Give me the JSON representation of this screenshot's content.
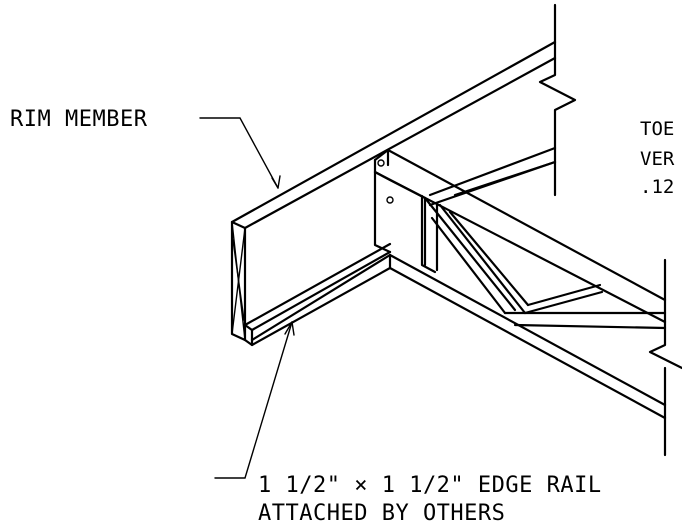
{
  "labels": {
    "rim_member": "RIM MEMBER",
    "edge_rail_line1": "1 1/2\" × 1 1/2\" EDGE RAIL",
    "edge_rail_line2": "ATTACHED BY OTHERS"
  },
  "truncated_note": {
    "line1": "TOE",
    "line2": "VER",
    "line3": ".12"
  }
}
